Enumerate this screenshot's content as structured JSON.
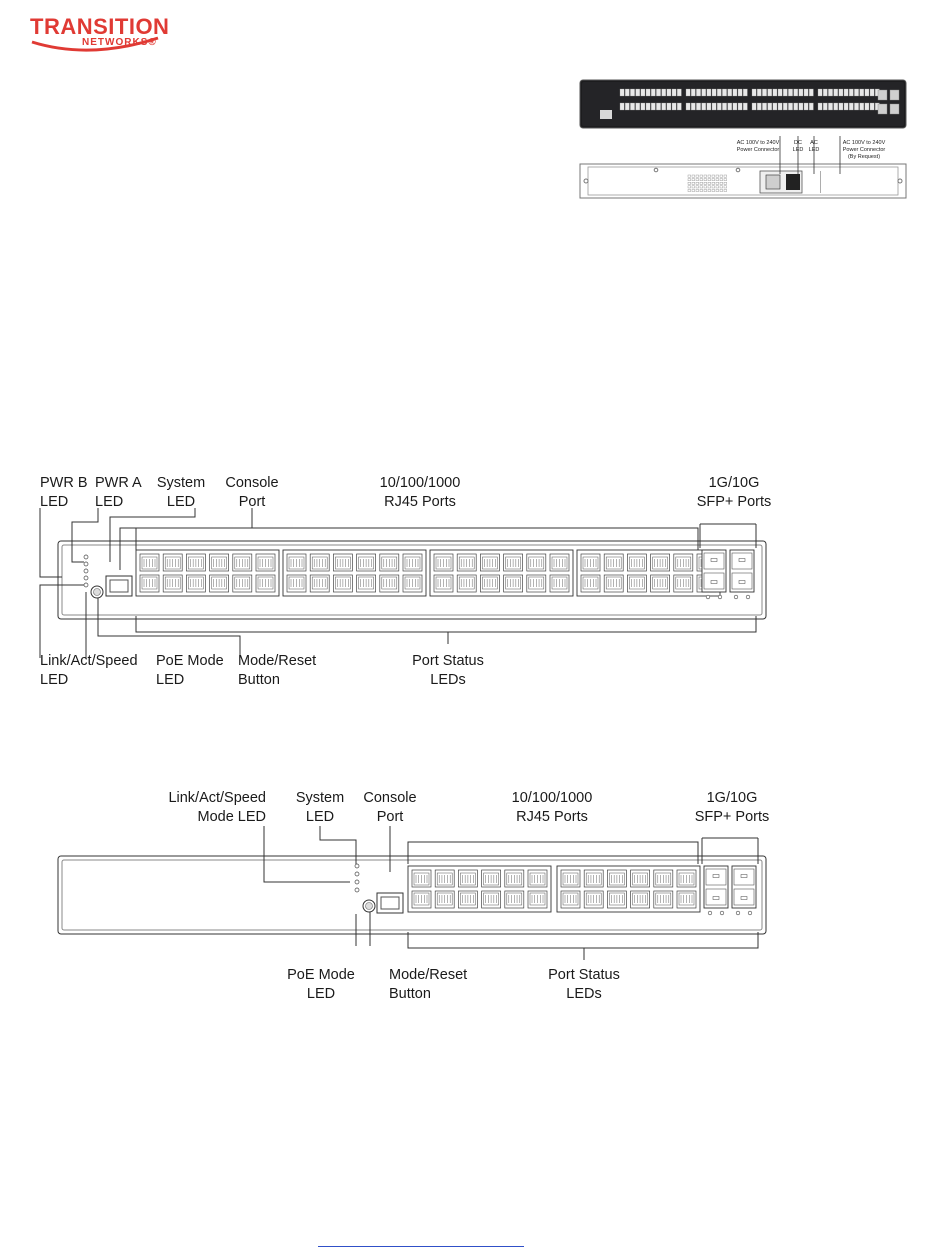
{
  "logo": {
    "main": "TRANSITION",
    "sub": "NETWORKS®"
  },
  "photo": {
    "rear_labels": {
      "ac_power": [
        "AC 100V to 240V",
        "Power Connector"
      ],
      "dc_led": [
        "DC",
        "LED"
      ],
      "ac_led": [
        "AC",
        "LED"
      ],
      "ac_power_request": [
        "AC 100V to 240V",
        "Power Connector",
        "(By Request)"
      ]
    }
  },
  "diagram1": {
    "pwr_b": [
      "PWR B",
      "LED"
    ],
    "pwr_a": [
      "PWR A",
      "LED"
    ],
    "system": [
      "System",
      "LED"
    ],
    "console": [
      "Console",
      "Port"
    ],
    "rj45": [
      "10/100/1000",
      "RJ45 Ports"
    ],
    "sfp": [
      "1G/10G",
      "SFP+ Ports"
    ],
    "link": [
      "Link/Act/Speed",
      "LED"
    ],
    "poe": [
      "PoE Mode",
      "LED"
    ],
    "mode": [
      "Mode/Reset",
      "Button"
    ],
    "status": [
      "Port Status",
      "LEDs"
    ]
  },
  "diagram2": {
    "link": [
      "Link/Act/Speed",
      "Mode LED"
    ],
    "system": [
      "System",
      "LED"
    ],
    "console": [
      "Console",
      "Port"
    ],
    "rj45": [
      "10/100/1000",
      "RJ45 Ports"
    ],
    "sfp": [
      "1G/10G",
      "SFP+ Ports"
    ],
    "poe": [
      "PoE Mode",
      "LED"
    ],
    "mode": [
      "Mode/Reset",
      "Button"
    ],
    "status": [
      "Port Status",
      "LEDs"
    ]
  }
}
